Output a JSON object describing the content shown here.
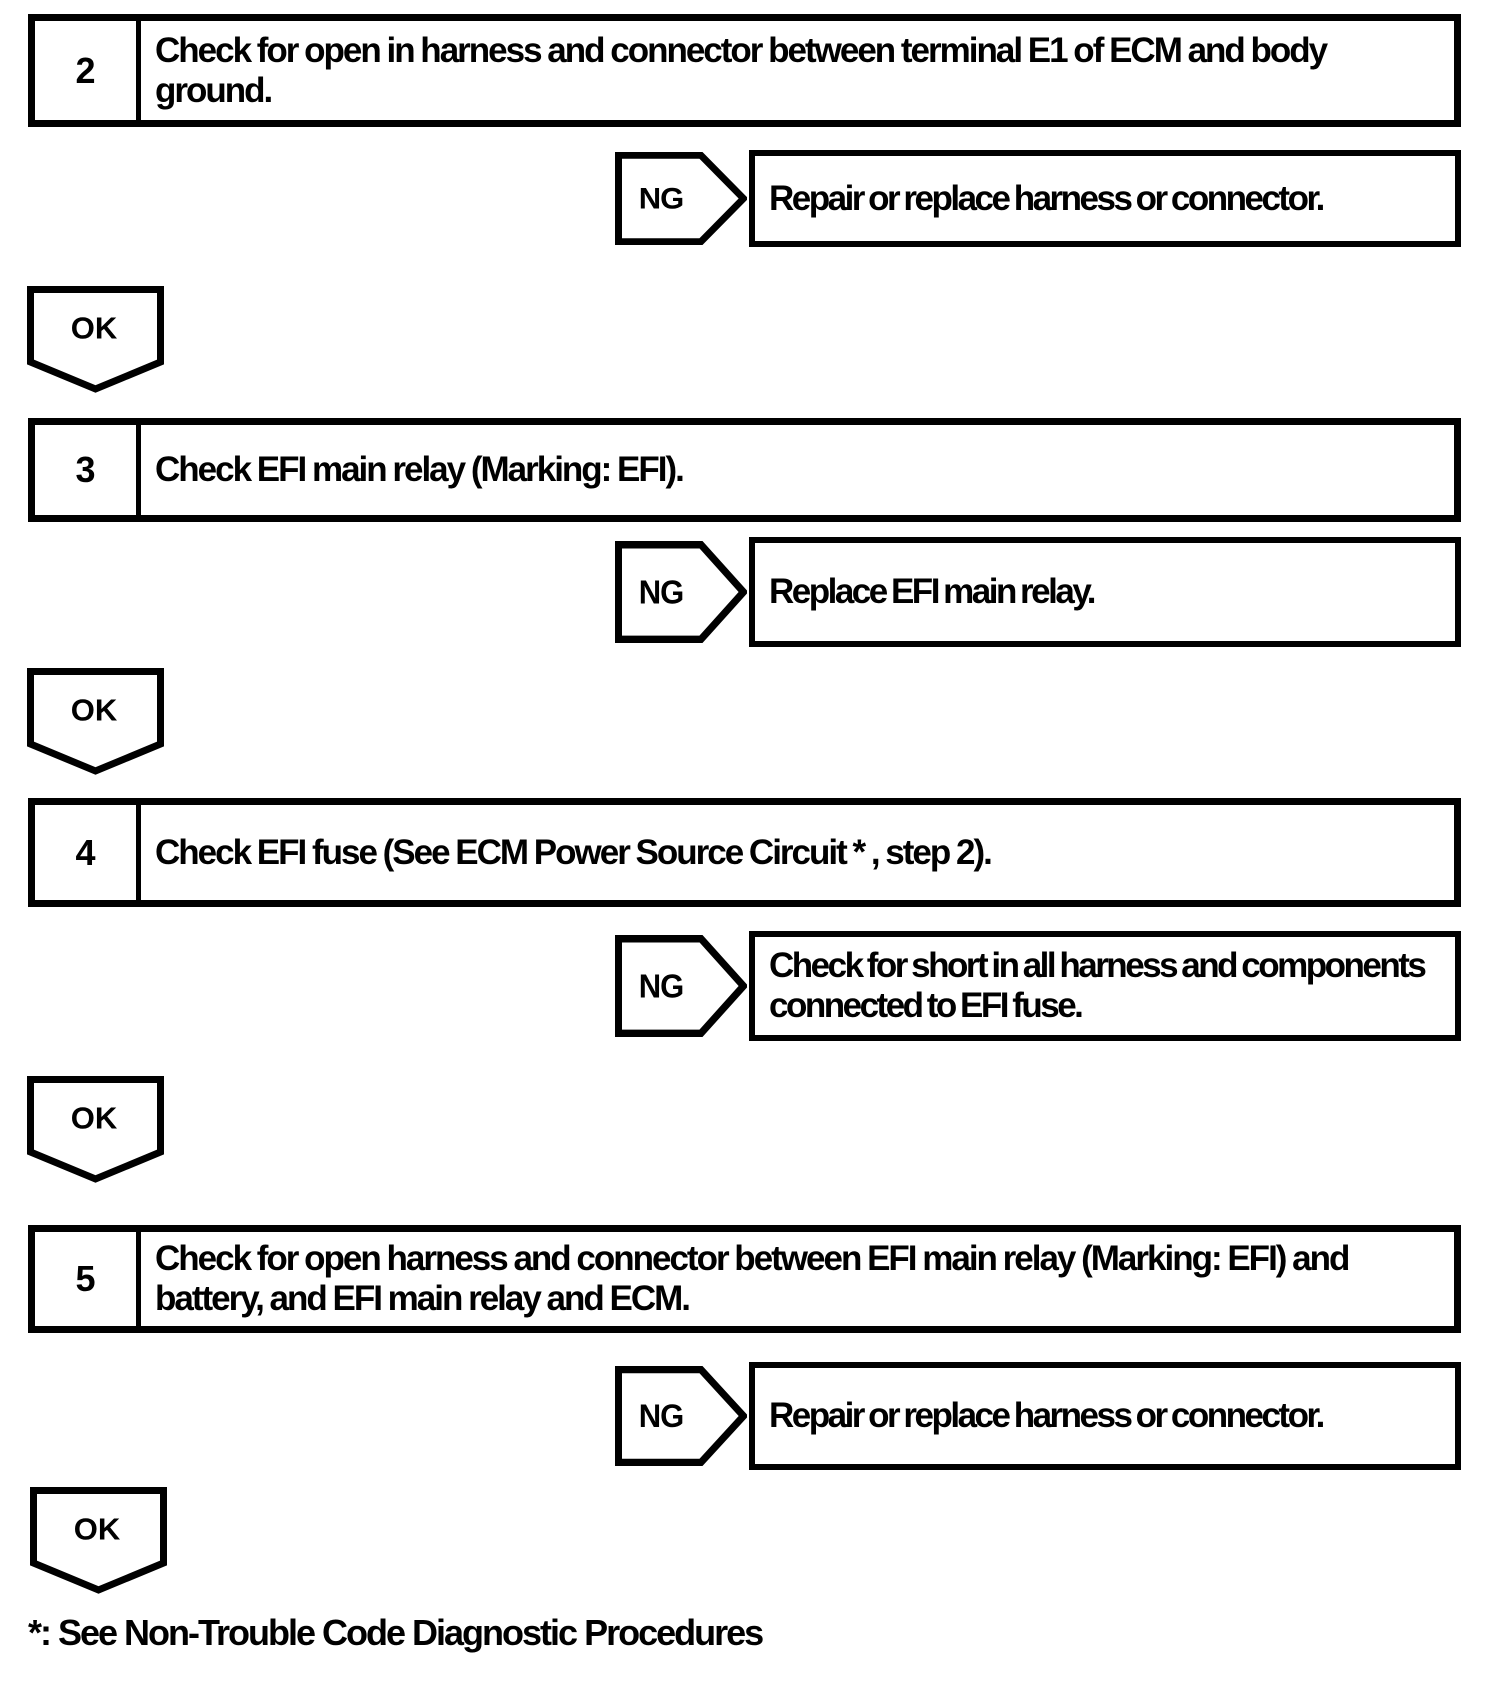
{
  "colors": {
    "ink": "#000000",
    "paper": "#ffffff"
  },
  "flowchart": {
    "steps": [
      {
        "number": "2",
        "text": "Check for open in harness and connector between terminal E1 of ECM and body ground.",
        "ng_label": "NG",
        "ng_result": "Repair or replace harness or connector.",
        "ok_label": "OK"
      },
      {
        "number": "3",
        "text": "Check EFI main relay (Marking: EFI).",
        "ng_label": "NG",
        "ng_result": "Replace EFI main relay.",
        "ok_label": "OK"
      },
      {
        "number": "4",
        "text": "Check EFI fuse (See ECM Power Source Circuit * , step 2).",
        "ng_label": "NG",
        "ng_result": "Check for short in all harness and components connected to EFI fuse.",
        "ok_label": "OK"
      },
      {
        "number": "5",
        "text": "Check for open harness and connector between EFI main relay (Marking: EFI) and battery, and EFI main relay and ECM.",
        "ng_label": "NG",
        "ng_result": "Repair or replace harness or connector.",
        "ok_label": "OK"
      }
    ],
    "footnote": "*: See Non-Trouble Code Diagnostic Procedures"
  }
}
